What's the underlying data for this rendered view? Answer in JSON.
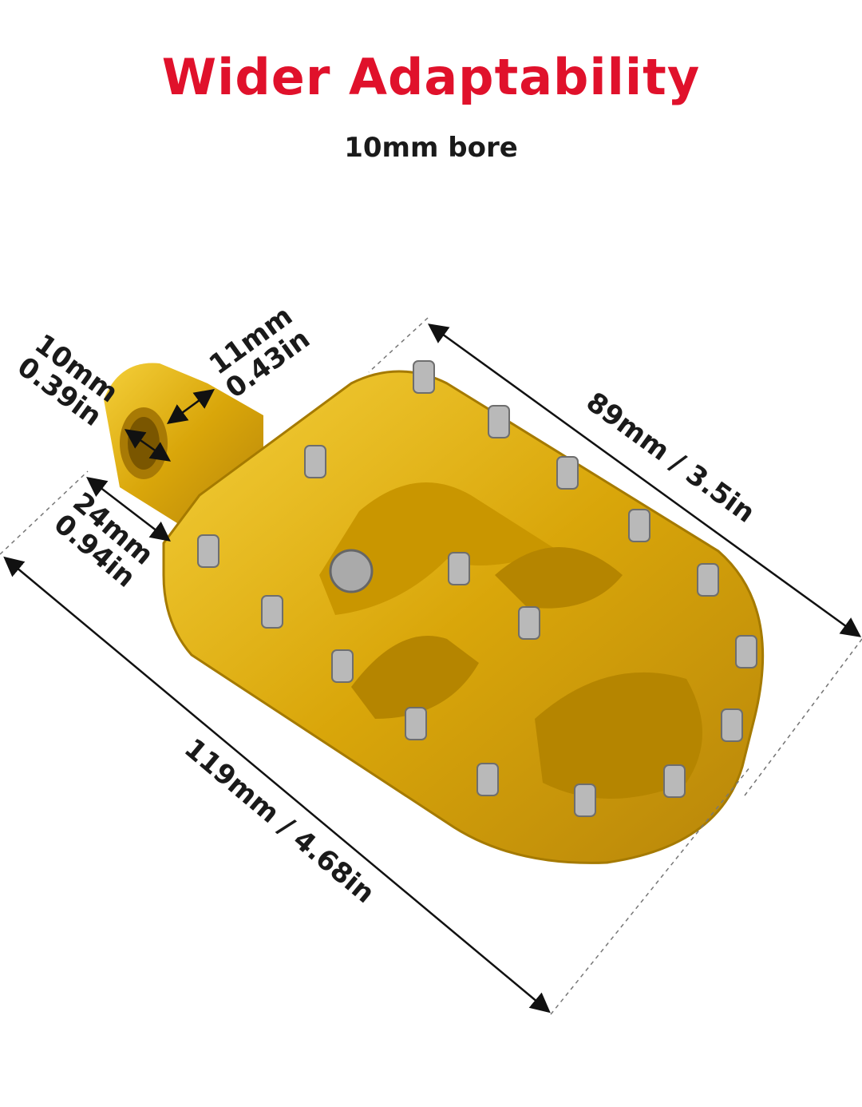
{
  "header": {
    "title": "Wider Adaptability",
    "subtitle": "10mm bore"
  },
  "dimensions": {
    "bore_mm": "10mm",
    "bore_in": "0.39in",
    "mount_width_mm": "11mm",
    "mount_width_in": "0.43in",
    "offset_mm": "24mm",
    "offset_in": "0.94in",
    "width": "89mm / 3.5in",
    "length": "119mm / 4.68in"
  },
  "colors": {
    "title": "#e0112b",
    "gold": "#e2b10c",
    "text": "#1a1a1a"
  }
}
